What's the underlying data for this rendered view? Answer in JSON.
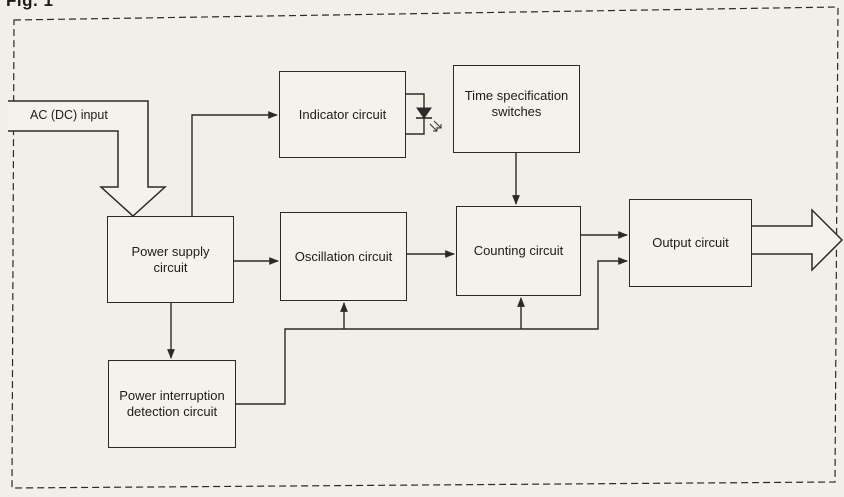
{
  "figure": {
    "title": "Fig. 1"
  },
  "input_label": "AC (DC) input",
  "blocks": {
    "indicator": "Indicator circuit",
    "time_spec": "Time specification switches",
    "power_supply": "Power supply circuit",
    "oscillation": "Oscillation circuit",
    "counting": "Counting circuit",
    "output": "Output circuit",
    "power_interruption": "Power interruption detection circuit"
  },
  "style": {
    "line_color": "#2a2a2a",
    "background": "#f1efe8"
  }
}
